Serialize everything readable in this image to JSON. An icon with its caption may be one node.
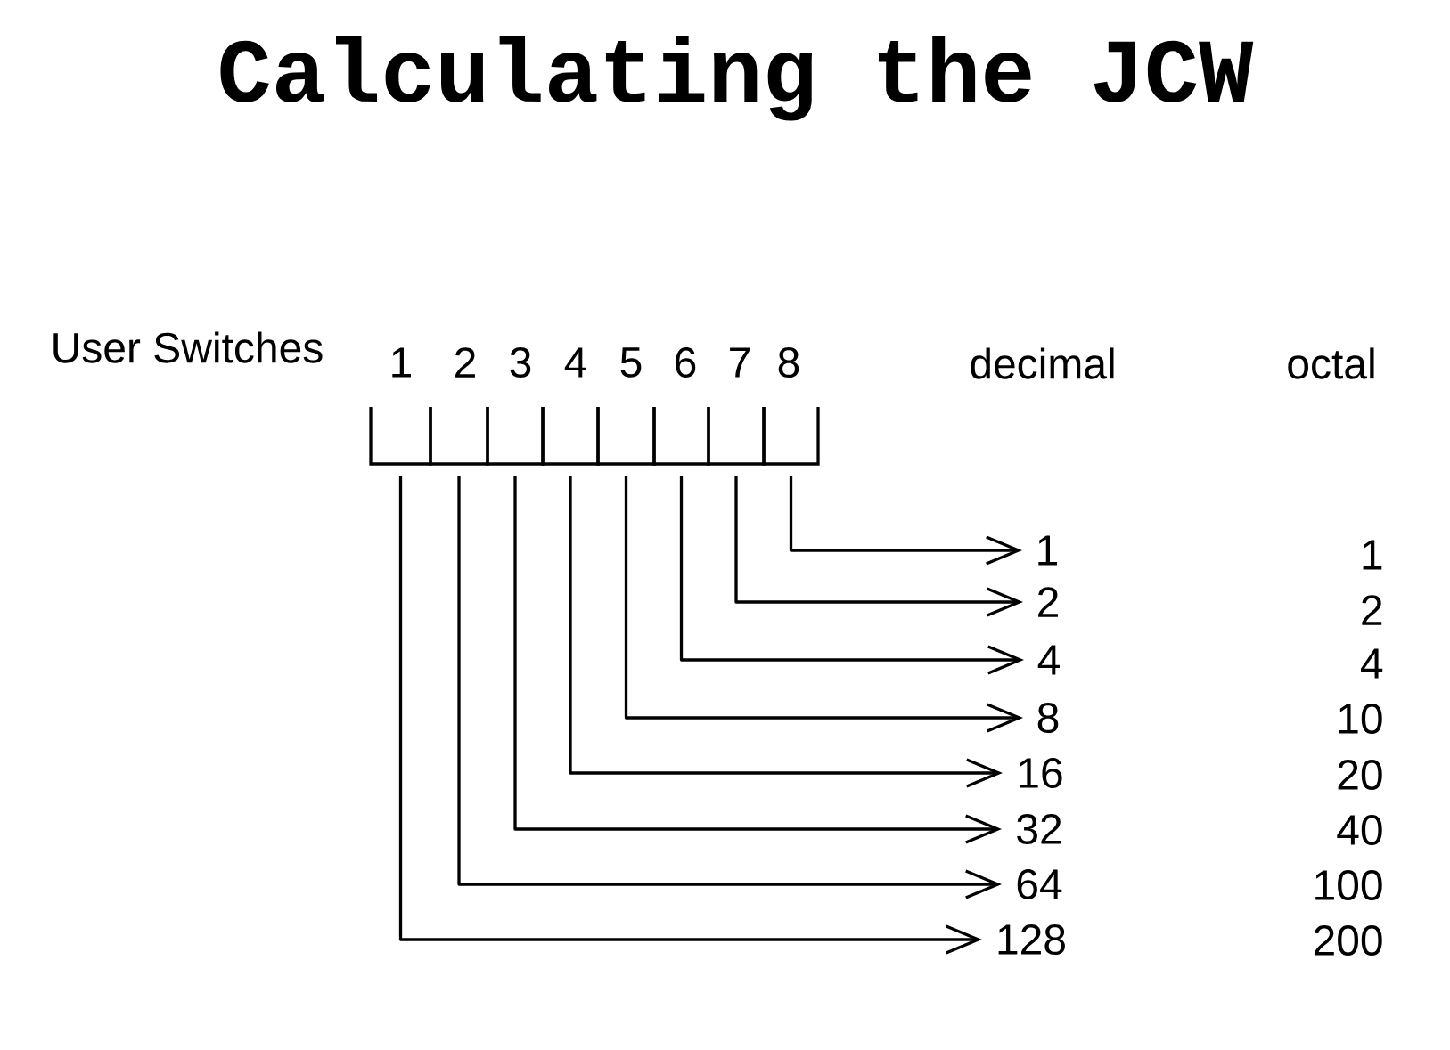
{
  "diagram": {
    "title": "Calculating the JCW",
    "nodes": [
      {
        "text": [
          "1"
        ]
      },
      {
        "text": [
          "2"
        ]
      },
      {
        "text": [
          "3"
        ]
      },
      {
        "text": [
          "4"
        ]
      },
      {
        "text": [
          "5"
        ]
      },
      {
        "text": [
          "6"
        ]
      },
      {
        "text": [
          "7"
        ]
      },
      {
        "text": [
          "8"
        ]
      },
      {
        "text": [
          "1"
        ]
      },
      {
        "text": [
          "2"
        ]
      },
      {
        "text": [
          "4"
        ]
      },
      {
        "text": [
          "8"
        ]
      },
      {
        "text": [
          "16"
        ]
      },
      {
        "text": [
          "32"
        ]
      },
      {
        "text": [
          "64"
        ]
      },
      {
        "text": [
          "128"
        ]
      }
    ],
    "edges": [
      {
        "from": 7,
        "to": 8,
        "arrow": "to"
      },
      {
        "from": 6,
        "to": 9,
        "arrow": "to"
      },
      {
        "from": 5,
        "to": 10,
        "arrow": "to"
      },
      {
        "from": 4,
        "to": 11,
        "arrow": "to"
      },
      {
        "from": 3,
        "to": 12,
        "arrow": "to"
      },
      {
        "from": 2,
        "to": 13,
        "arrow": "to"
      },
      {
        "from": 1,
        "to": 14,
        "arrow": "to"
      },
      {
        "from": 0,
        "to": 15,
        "arrow": "to"
      }
    ],
    "labels": [
      "User Switches",
      "decimal",
      "octal",
      "1",
      "2",
      "4",
      "10",
      "20",
      "40",
      "100",
      "200"
    ]
  }
}
